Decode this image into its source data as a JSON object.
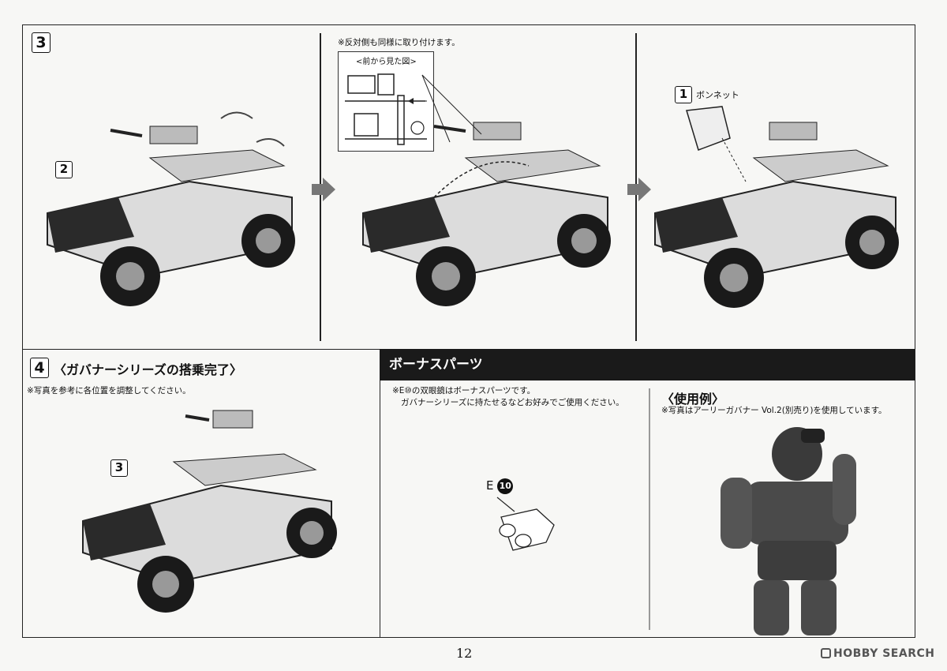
{
  "step3": {
    "number": "3",
    "part_label_2": "2",
    "note_mid": "※反対側も同様に取り付けます。",
    "inset_title": "<前から見た図>",
    "part_label_1": "1",
    "bonnet_label": "ボンネット"
  },
  "step4": {
    "number": "4",
    "title": "〈ガバナーシリーズの搭乗完了〉",
    "note": "※写真を参考に各位置を調整してください。",
    "part_label_3": "3"
  },
  "bonus": {
    "header": "ボーナスパーツ",
    "note_line1": "※E⑩の双眼鏡はボーナスパーツです。",
    "note_line2": "ガバナーシリーズに持たせるなどお好みでご使用ください。",
    "part_letter": "E",
    "part_number": "10",
    "usage_title": "〈使用例〉",
    "usage_note": "※写真はアーリーガバナー Vol.2(別売り)を使用しています。"
  },
  "footer": {
    "page_number": "12",
    "watermark": "HOBBY SEARCH"
  }
}
